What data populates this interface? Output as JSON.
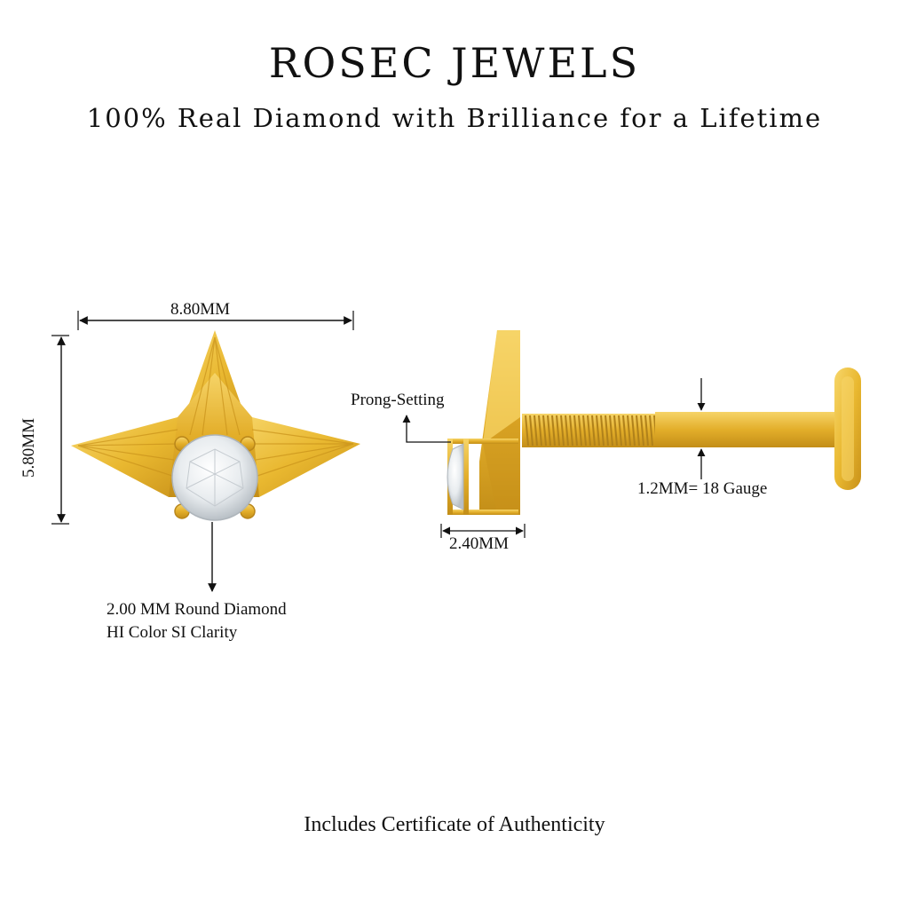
{
  "header": {
    "brand": "ROSEC JEWELS",
    "tagline": "100% Real Diamond with Brilliance for a Lifetime"
  },
  "front_view": {
    "width_label": "8.80MM",
    "height_label": "5.80MM",
    "stone_label_line1": "2.00 MM Round Diamond",
    "stone_label_line2": "HI Color SI Clarity"
  },
  "side_view": {
    "setting_label": "Prong-Setting",
    "stone_depth_label": "2.40MM",
    "gauge_label": "1.2MM= 18 Gauge"
  },
  "footer": {
    "certificate": "Includes Certificate of Authenticity"
  },
  "colors": {
    "gold": "#E9B830",
    "gold_light": "#F7D66A",
    "gold_dark": "#C9921A",
    "diamond": "#F2F4F6",
    "text": "#111111"
  }
}
